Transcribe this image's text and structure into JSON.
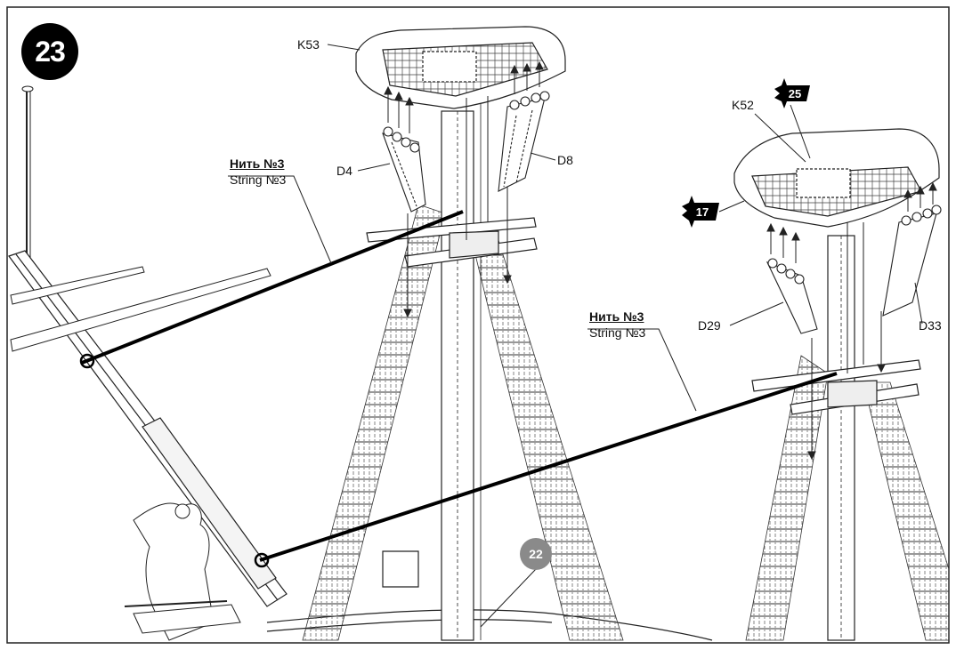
{
  "step_number": "23",
  "reference_step": "22",
  "labels": {
    "k53": "K53",
    "k52": "K52",
    "d4": "D4",
    "d8": "D8",
    "d29": "D29",
    "d33": "D33",
    "string_left_ru": "Нить №3",
    "string_left_en": "String №3",
    "string_right_ru": "Нить №3",
    "string_right_en": "String №3"
  },
  "star_refs": {
    "star_25": "25",
    "star_17": "17"
  },
  "colors": {
    "ink": "#111111",
    "badge": "#000000",
    "ref_badge": "#8a8a8a",
    "string": "#000000"
  }
}
